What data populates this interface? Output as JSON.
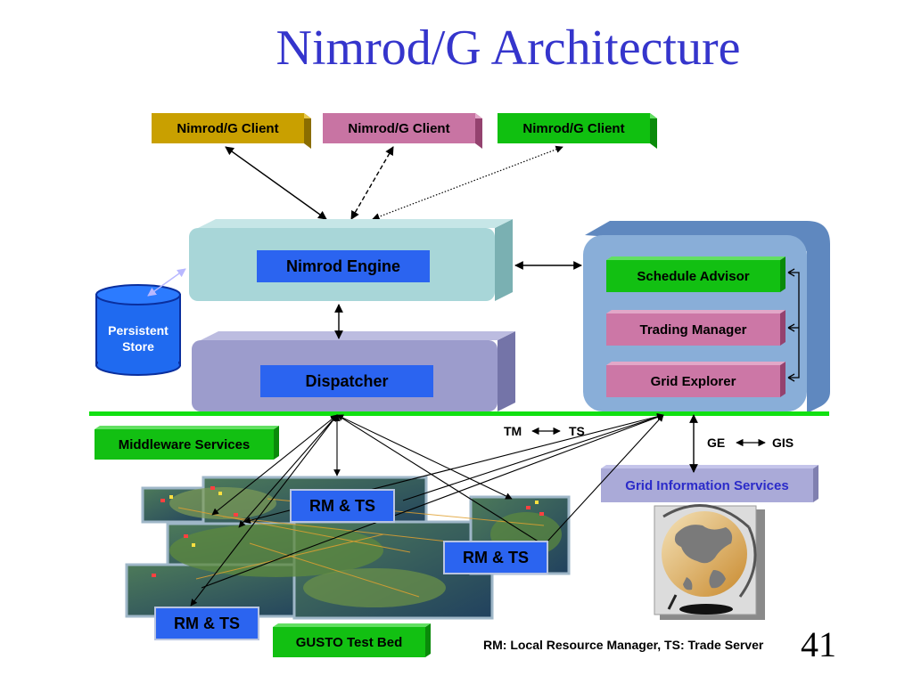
{
  "title": "Nimrod/G Architecture",
  "page_number": "41",
  "clients": [
    "Nimrod/G Client",
    "Nimrod/G Client",
    "Nimrod/G Client"
  ],
  "engine_label": "Nimrod Engine",
  "dispatcher_label": "Dispatcher",
  "persistent_store": [
    "Persistent",
    "Store"
  ],
  "broker": {
    "schedule_advisor": "Schedule Advisor",
    "trading_manager": "Trading Manager",
    "grid_explorer": "Grid Explorer"
  },
  "middleware_label": "Middleware Services",
  "gis_label": "Grid Information Services",
  "tm_ts": {
    "left": "TM",
    "right": "TS"
  },
  "ge_gis": {
    "left": "GE",
    "right": "GIS"
  },
  "rm_ts_boxes": [
    "RM & TS",
    "RM & TS",
    "RM & TS"
  ],
  "testbed_label": "GUSTO Test Bed",
  "footnote": "RM: Local Resource Manager, TS: Trade Server",
  "colors": {
    "title": "#3535cc",
    "client_1": "#c9a000",
    "client_2": "#c874a3",
    "client_3": "#10c010",
    "engine_body": "#a8d6d8",
    "dispatcher_body": "#9c9ccc",
    "label_blue": "#2b64f0",
    "broker_body": "#89aed8",
    "green": "#12c012",
    "pink": "#cc77a6",
    "gis_body": "#aaaad8"
  }
}
